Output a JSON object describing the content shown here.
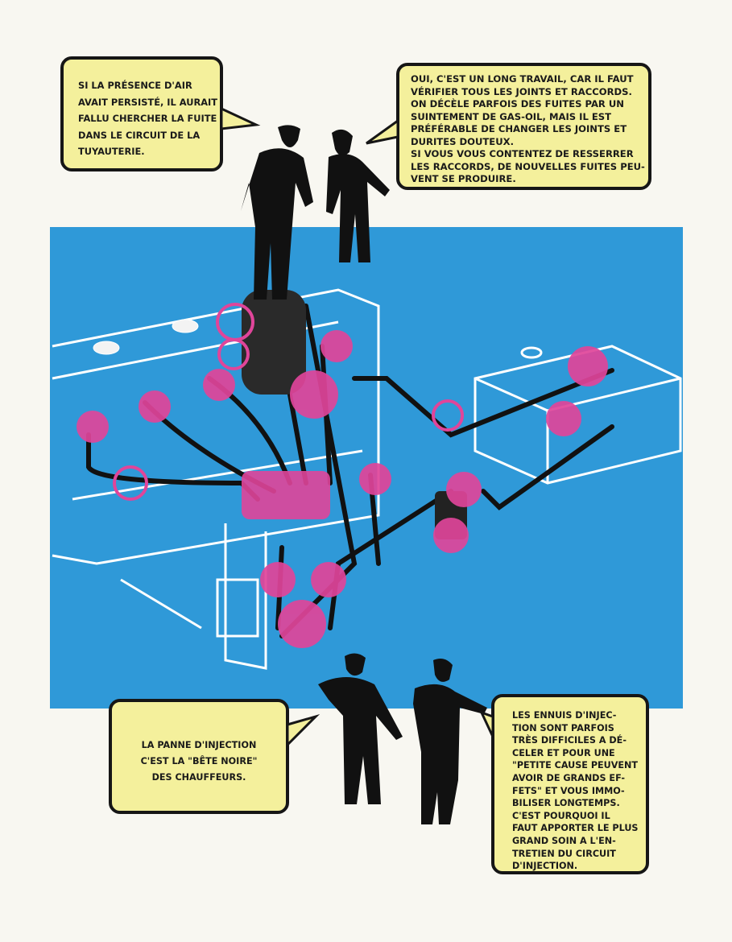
{
  "colors": {
    "blue": "#2f99d8",
    "pink": "#e0459a",
    "bubble": "#f4f09c",
    "ink": "#161616"
  },
  "bubbles": {
    "top_left": {
      "lines": [
        "SI LA PRÉSENCE D'AIR",
        "AVAIT PERSISTÉ, IL AURAIT",
        "FALLU CHERCHER LA FUITE",
        "DANS LE CIRCUIT DE LA",
        "TUYAUTERIE."
      ]
    },
    "top_right": {
      "lines": [
        "OUI, C'EST UN LONG TRAVAIL, CAR IL FAUT",
        "VÉRIFIER TOUS LES JOINTS ET RACCORDS.",
        "ON DÉCÈLE PARFOIS DES FUITES PAR UN",
        "SUINTEMENT DE GAS-OIL, MAIS IL EST",
        "PRÉFÉRABLE DE CHANGER LES JOINTS ET",
        "DURITES DOUTEUX.",
        "SI VOUS VOUS CONTENTEZ DE RESSERRER",
        "LES RACCORDS, DE NOUVELLES FUITES PEU-",
        "VENT SE PRODUIRE."
      ]
    },
    "bottom_left": {
      "lines": [
        "LA PANNE D'INJECTION",
        "C'EST LA \"BÊTE NOIRE\"",
        "DES CHAUFFEURS."
      ]
    },
    "bottom_right": {
      "lines": [
        "LES ENNUIS D'INJEC-",
        "TION SONT PARFOIS",
        "TRÈS DIFFICILES A DÉ-",
        "CELER ET POUR UNE",
        "\"PETITE CAUSE PEUVENT",
        "AVOIR DE GRANDS EF-",
        "FETS\" ET VOUS IMMO-",
        "BILISER LONGTEMPS.",
        "C'EST POURQUOI IL",
        "FAUT APPORTER LE PLUS",
        "GRAND SOIN A L'EN-",
        "TRETIEN DU CIRCUIT",
        "D'INJECTION."
      ]
    }
  }
}
